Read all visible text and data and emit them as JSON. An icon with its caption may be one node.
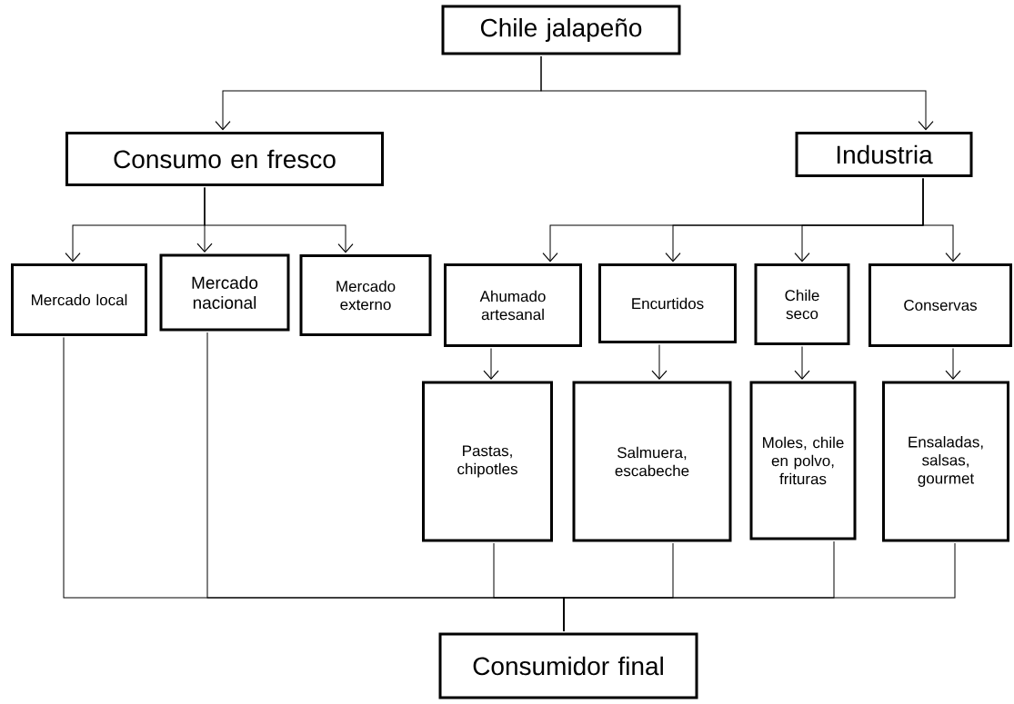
{
  "diagram": {
    "nodes": [
      {
        "text": [
          "Chile jalapeño"
        ]
      },
      {
        "text": [
          "Consumo en fresco"
        ]
      },
      {
        "text": [
          "Industria"
        ]
      },
      {
        "text": [
          "Mercado local"
        ]
      },
      {
        "text": [
          "Mercado nacional"
        ]
      },
      {
        "text": [
          "Mercado externo"
        ]
      },
      {
        "text": [
          "Ahumado artesanal"
        ]
      },
      {
        "text": [
          "Encurtidos"
        ]
      },
      {
        "text": [
          "Chile seco"
        ]
      },
      {
        "text": [
          "Conservas"
        ]
      },
      {
        "text": [
          "Pastas, chipotles"
        ]
      },
      {
        "text": [
          "Salmuera, escabeche"
        ]
      },
      {
        "text": [
          "Moles, chile en polvo, frituras"
        ]
      },
      {
        "text": [
          "Ensaladas, salsas, gourmet"
        ]
      },
      {
        "text": [
          "Consumidor final"
        ]
      }
    ],
    "edges": [
      {
        "from": 0,
        "to": 1,
        "arrow": "to"
      },
      {
        "from": 0,
        "to": 2,
        "arrow": "to"
      },
      {
        "from": 1,
        "to": 3,
        "arrow": "to"
      },
      {
        "from": 1,
        "to": 4,
        "arrow": "to"
      },
      {
        "from": 1,
        "to": 5,
        "arrow": "to"
      },
      {
        "from": 2,
        "to": 6,
        "arrow": "to"
      },
      {
        "from": 2,
        "to": 7,
        "arrow": "to"
      },
      {
        "from": 2,
        "to": 8,
        "arrow": "to"
      },
      {
        "from": 2,
        "to": 9,
        "arrow": "to"
      },
      {
        "from": 6,
        "to": 10,
        "arrow": "to"
      },
      {
        "from": 7,
        "to": 11,
        "arrow": "to"
      },
      {
        "from": 8,
        "to": 12,
        "arrow": "to"
      },
      {
        "from": 9,
        "to": 13,
        "arrow": "to"
      },
      {
        "from": 3,
        "to": 14,
        "arrow": "none"
      },
      {
        "from": 4,
        "to": 14,
        "arrow": "none"
      },
      {
        "from": 10,
        "to": 14,
        "arrow": "none"
      },
      {
        "from": 11,
        "to": 14,
        "arrow": "none"
      },
      {
        "from": 12,
        "to": 14,
        "arrow": "none"
      },
      {
        "from": 13,
        "to": 14,
        "arrow": "none"
      }
    ]
  }
}
